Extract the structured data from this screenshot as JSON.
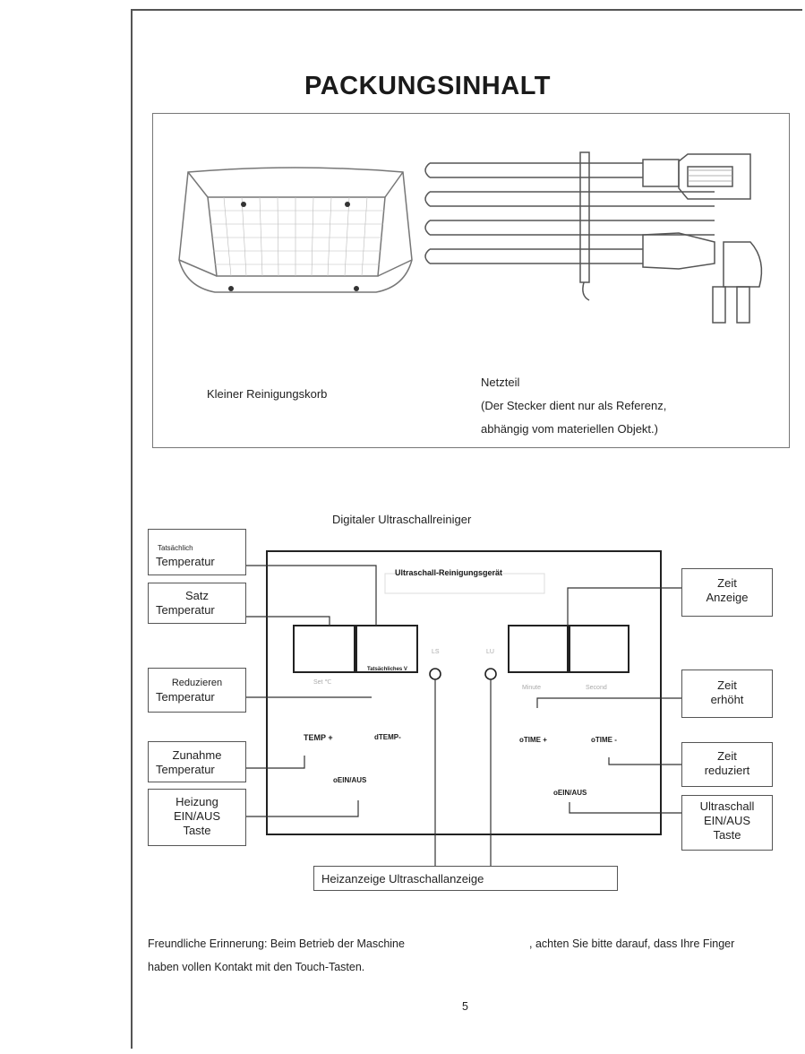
{
  "page": {
    "title": "PACKUNGSINHALT",
    "page_number": "5"
  },
  "contents": {
    "basket_label": "Kleiner Reinigungskorb",
    "power_label": "Netzteil",
    "power_note_line1": "(Der Stecker dient nur als Referenz,",
    "power_note_line2": "abhängig vom materiellen Objekt.)"
  },
  "panel": {
    "heading": "Digitaler Ultraschallreiniger",
    "device_name": "Ultraschall-Reinigungsgerät",
    "display_small_text": "Tatsächliches V",
    "btn_temp_plus": "TEMP +",
    "btn_temp_minus": "dTEMP-",
    "btn_heat_onoff": "oEIN/AUS",
    "btn_time_plus": "oTIME +",
    "btn_time_minus": "oTIME -",
    "btn_ultra_onoff": "oEIN/AUS"
  },
  "labels": {
    "actual_temp_small": "Tatsächlich",
    "actual_temp": "Temperatur",
    "set_temp_1": "Satz",
    "set_temp_2": "Temperatur",
    "reduce_temp_1": "Reduzieren",
    "reduce_temp_2": "Temperatur",
    "increase_temp_1": "Zunahme",
    "increase_temp_2": "Temperatur",
    "heating_1": "Heizung",
    "heating_2": "EIN/AUS",
    "heating_3": "Taste",
    "time_display_1": "Zeit",
    "time_display_2": "Anzeige",
    "time_up_1": "Zeit",
    "time_up_2": "erhöht",
    "time_down_1": "Zeit",
    "time_down_2": "reduziert",
    "ultra_1": "Ultraschall",
    "ultra_2": "EIN/AUS",
    "ultra_3": "Taste",
    "indicators": "Heizanzeige Ultraschallanzeige"
  },
  "reminder": {
    "line1_a": "Freundliche Erinnerung: Beim Betrieb der Maschine",
    "line1_b": ", achten Sie bitte darauf, dass Ihre Finger",
    "line2": "haben vollen Kontakt mit den Touch-Tasten."
  }
}
